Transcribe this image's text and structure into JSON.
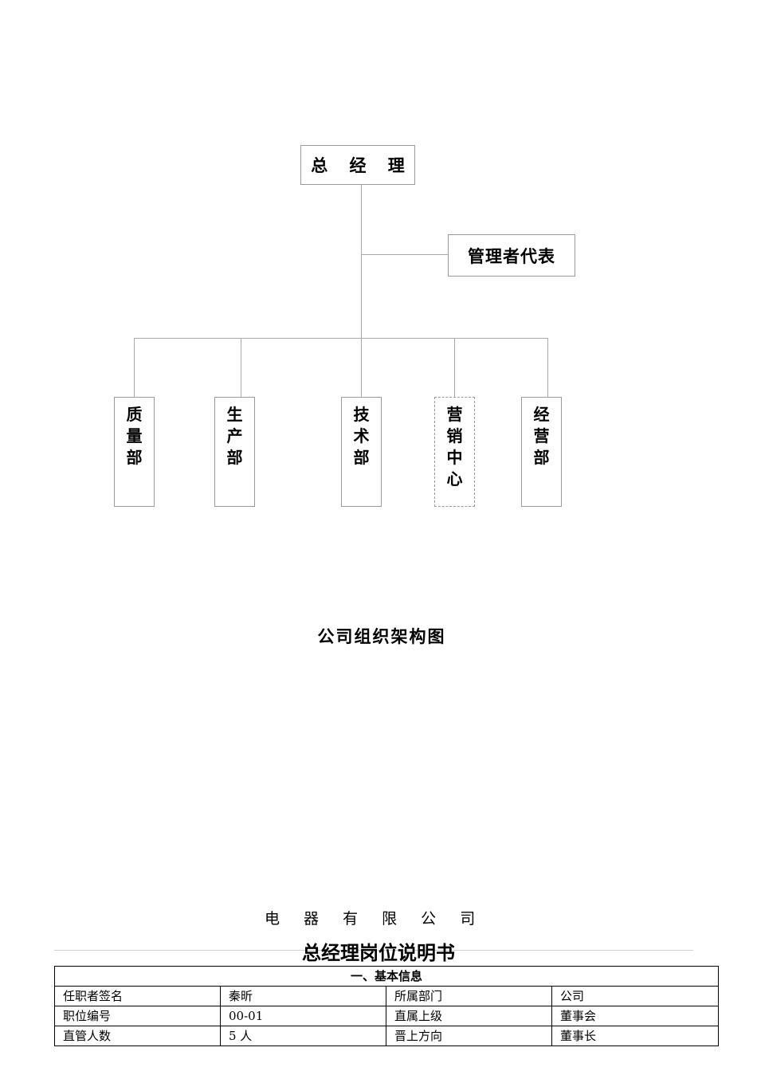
{
  "org_chart": {
    "top": "总 经 理",
    "side": "管理者代表",
    "departments": [
      [
        "质",
        "量",
        "部"
      ],
      [
        "生",
        "产",
        "部"
      ],
      [
        "技",
        "术",
        "部"
      ],
      [
        "营",
        "销",
        "中",
        "心"
      ],
      [
        "经",
        "营",
        "部"
      ]
    ],
    "caption": "公司组织架构图"
  },
  "document": {
    "company": "电 器 有 限 公 司",
    "title": "总经理岗位说明书",
    "section_header": "一、基本信息",
    "rows": [
      [
        "任职者签名",
        "秦昕",
        "所属部门",
        "公司"
      ],
      [
        "职位编号",
        "00-01",
        "直属上级",
        "董事会"
      ],
      [
        "直管人数",
        "5 人",
        "晋上方向",
        "董事长"
      ]
    ]
  }
}
